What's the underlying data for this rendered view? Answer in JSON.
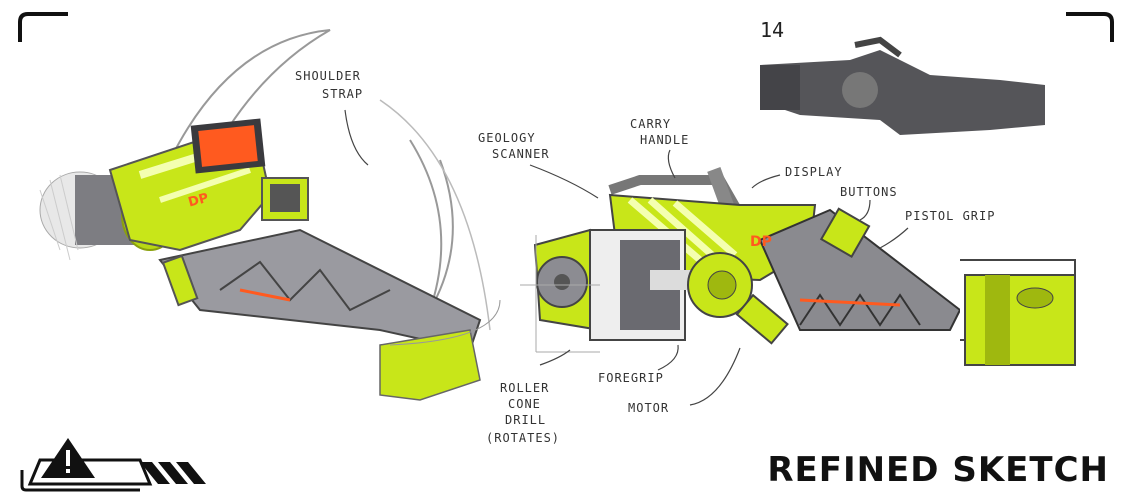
{
  "sheet_number": "14",
  "title": "REFINED SKETCH",
  "labels": {
    "shoulder_strap": [
      "SHOULDER",
      "STRAP"
    ],
    "geology_scanner": [
      "GEOLOGY",
      "SCANNER"
    ],
    "carry_handle": [
      "CARRY",
      "HANDLE"
    ],
    "display": "DISPLAY",
    "buttons": "BUTTONS",
    "pistol_grip": "PISTOL GRIP",
    "roller_cone_drill": [
      "ROLLER",
      "CONE",
      "DRILL",
      "(ROTATES)"
    ],
    "foregrip": "FOREGRIP",
    "motor": "MOTOR",
    "logo_mark": "DP"
  },
  "colors": {
    "accent": "#c8e619",
    "accent_dark": "#9fb80f",
    "metal": "#8a8a8f",
    "metal_dark": "#4b4b50",
    "screen": "#ff5a1f",
    "ink": "#222222"
  },
  "icons": [
    "warning-triangle-icon",
    "stripes-icon"
  ]
}
